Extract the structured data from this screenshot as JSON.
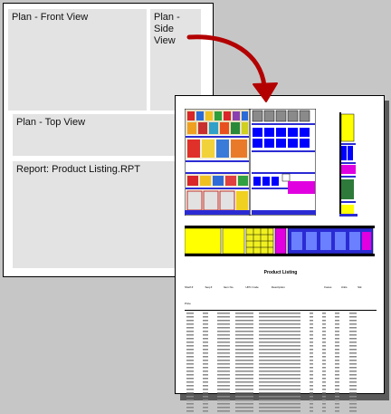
{
  "layout_panels": {
    "front_view_label": "Plan - Front View",
    "side_view_label": "Plan - Side View",
    "top_view_label": "Plan - Top View",
    "report_label": "Report: Product Listing.RPT"
  },
  "preview": {
    "report_title": "Product Listing",
    "columns": [
      "Shelf #",
      "Seq #",
      "Item No.",
      "UPC Code",
      "Description",
      "Faces",
      "Units",
      "Stk",
      "Price"
    ]
  },
  "colors": {
    "arrow": "#b30000",
    "shelf_fixture": "#2b2bd4",
    "product_yellow": "#ffff00",
    "product_blue": "#0000ff",
    "product_magenta": "#e000e0",
    "empty_slot": "#8a8a8a",
    "page_border": "#000000"
  }
}
